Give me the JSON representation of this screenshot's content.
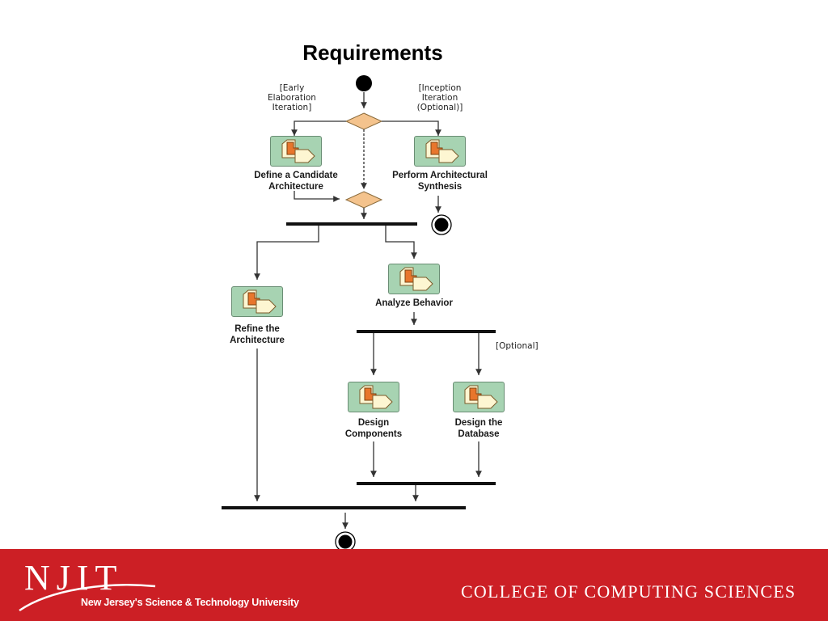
{
  "slide": {
    "title": "Requirements"
  },
  "diagram": {
    "guards": {
      "early": "[Early\nElaboration\nIteration]",
      "inception": "[Inception\nIteration\n(Optional)]",
      "optional": "[Optional]"
    },
    "activities": {
      "define": "Define a Candidate\nArchitecture",
      "perform": "Perform Architectural\nSynthesis",
      "analyze": "Analyze Behavior",
      "refine": "Refine the\nArchitecture",
      "components": "Design\nComponents",
      "database": "Design the\nDatabase"
    },
    "colors": {
      "activity_bg": "#a7d3b2",
      "decision": "#f4c38d",
      "icon_orange": "#e8762c",
      "icon_cream": "#fdf6d2"
    }
  },
  "footer": {
    "logo": "NJIT",
    "tagline": "New Jersey's Science & Technology University",
    "college": "COLLEGE OF COMPUTING SCIENCES",
    "bg_color": "#cc1f25"
  }
}
